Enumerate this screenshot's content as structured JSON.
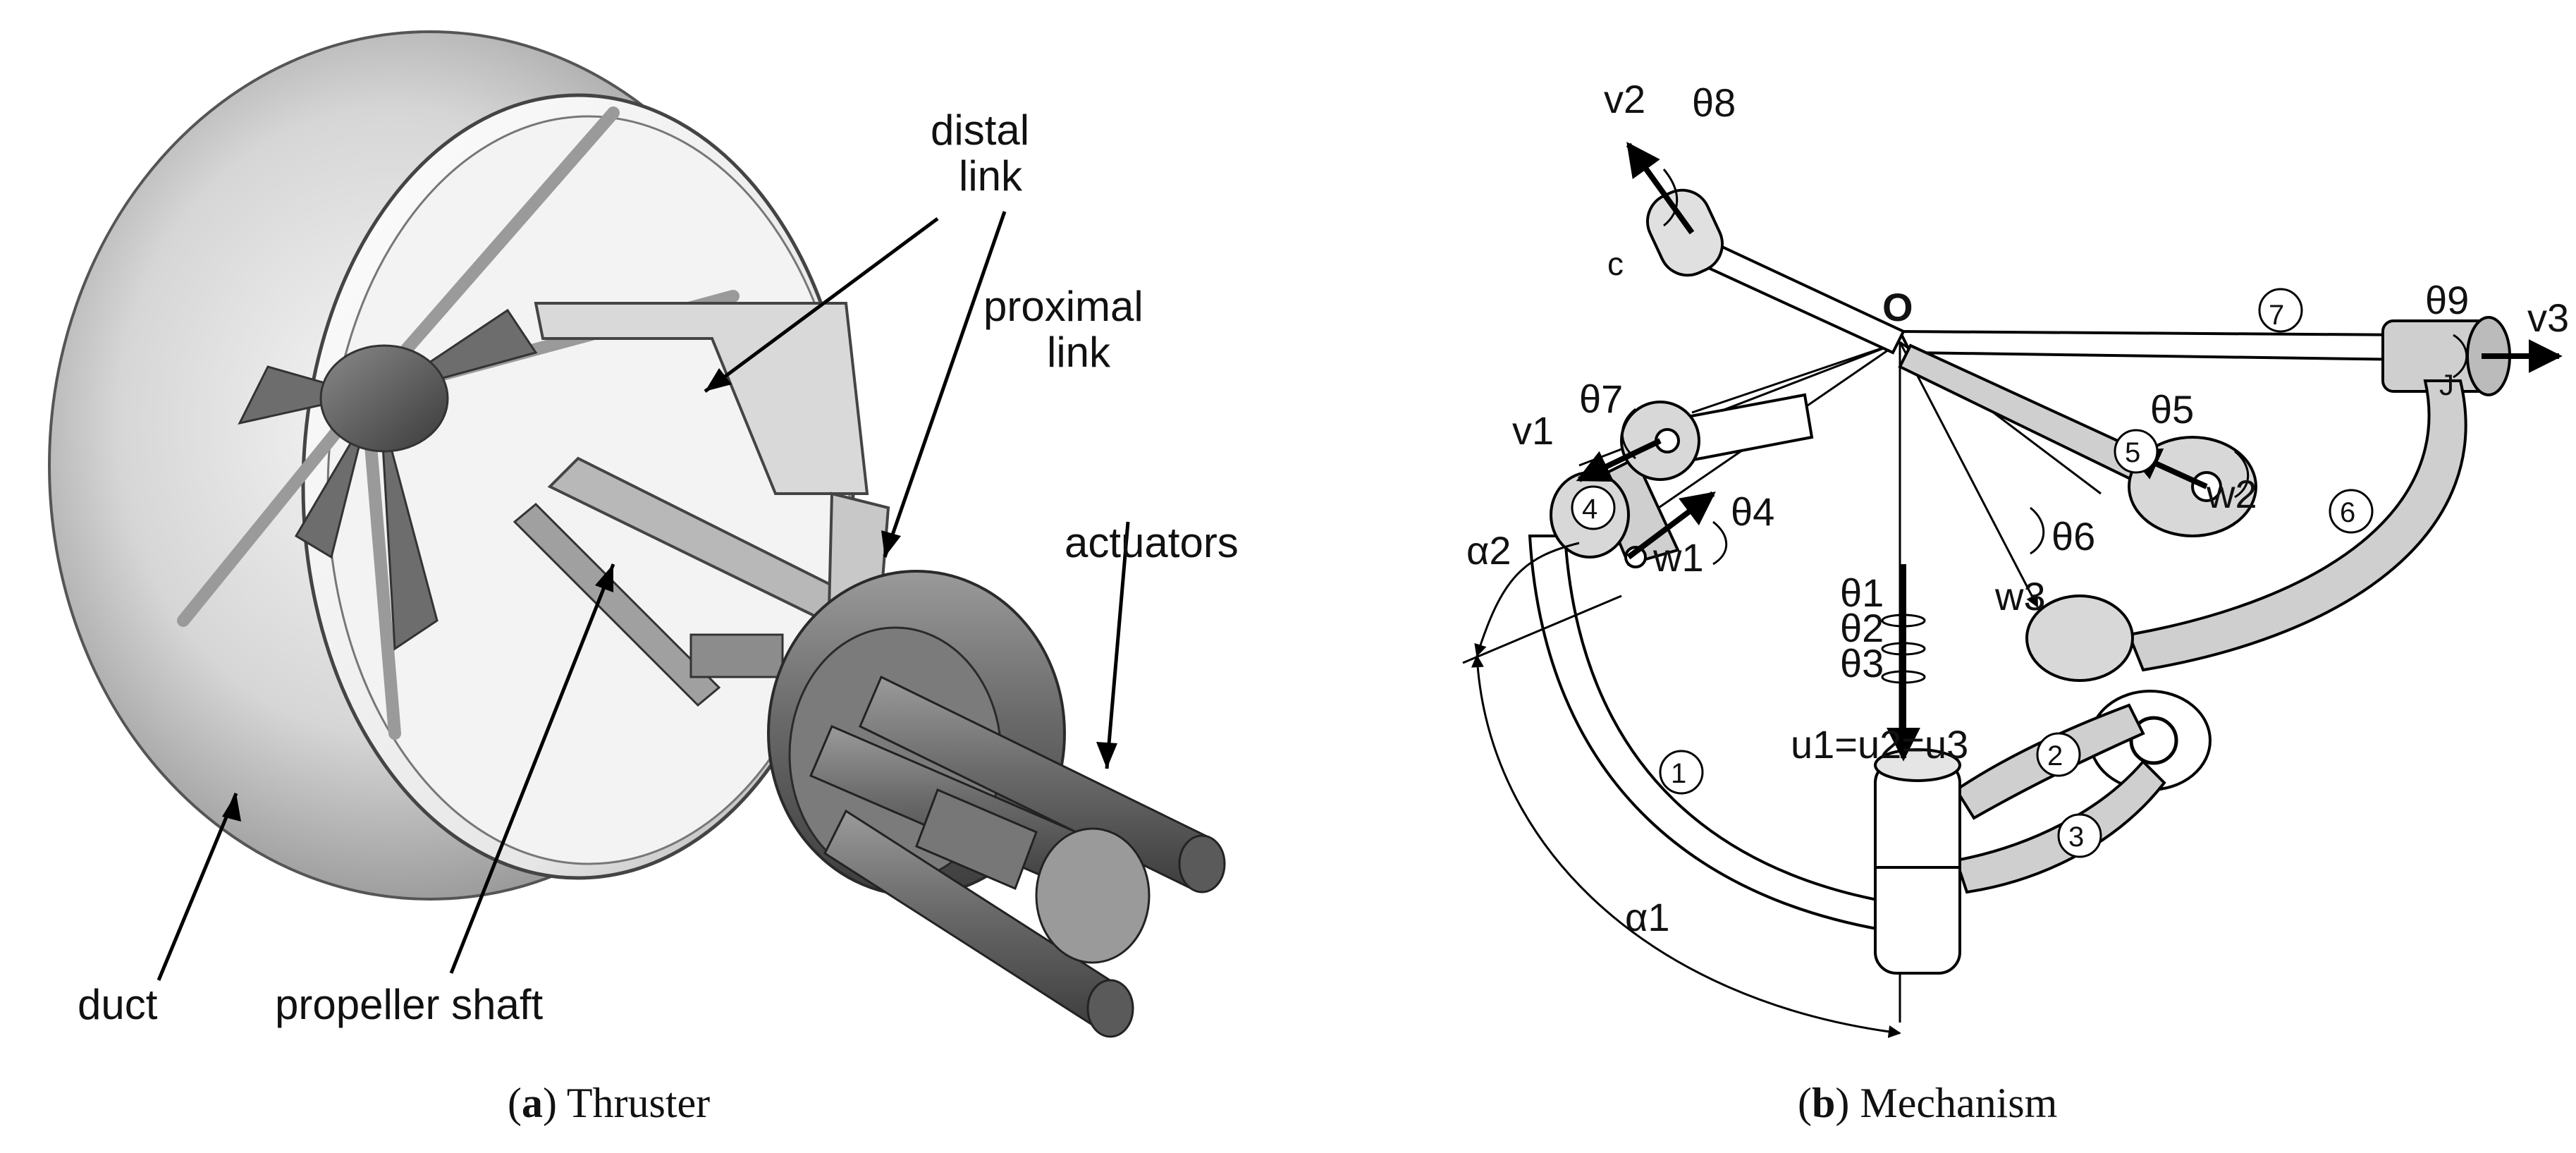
{
  "figure": {
    "panel_a": {
      "caption_tag": "a",
      "caption_text": "Thruster",
      "labels": {
        "distal_1": "distal",
        "distal_2": "link",
        "proximal_1": "proximal",
        "proximal_2": "link",
        "actuators": "actuators",
        "duct": "duct",
        "propeller_shaft": "propeller shaft"
      }
    },
    "panel_b": {
      "caption_tag": "b",
      "caption_text": "Mechanism",
      "labels": {
        "v2": "v2",
        "theta8": "θ8",
        "c": "c",
        "o": "O",
        "n7": "7",
        "theta9": "θ9",
        "v3": "v3",
        "j": "J",
        "v1": "v1",
        "theta7": "θ7",
        "theta5": "θ5",
        "n5": "5",
        "w2": "w2",
        "n4": "4",
        "theta4": "θ4",
        "w1": "w1",
        "alpha2": "α2",
        "theta1": "θ1",
        "theta2": "θ2",
        "theta3": "θ3",
        "theta6": "θ6",
        "w3": "w3",
        "n6": "6",
        "u_eq": "u1=u2=u3",
        "n1": "1",
        "n2": "2",
        "n3": "3",
        "alpha1": "α1"
      }
    }
  }
}
